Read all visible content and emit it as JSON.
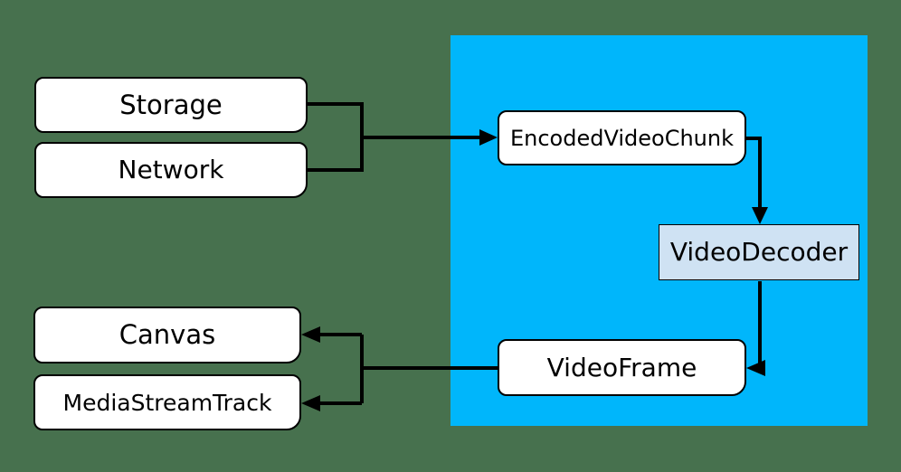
{
  "nodes": {
    "storage": {
      "label": "Storage"
    },
    "network": {
      "label": "Network"
    },
    "encoded_video_chunk": {
      "label": "EncodedVideoChunk"
    },
    "video_decoder": {
      "label": "VideoDecoder"
    },
    "video_frame": {
      "label": "VideoFrame"
    },
    "canvas": {
      "label": "Canvas"
    },
    "media_stream_track": {
      "label": "MediaStreamTrack"
    }
  },
  "edges": [
    {
      "from": "storage",
      "to": "encoded_video_chunk"
    },
    {
      "from": "network",
      "to": "encoded_video_chunk"
    },
    {
      "from": "encoded_video_chunk",
      "to": "video_decoder"
    },
    {
      "from": "video_decoder",
      "to": "video_frame"
    },
    {
      "from": "video_frame",
      "to": "canvas"
    },
    {
      "from": "video_frame",
      "to": "media_stream_track"
    }
  ],
  "colors": {
    "background": "#47714e",
    "panel": "#00b6fb",
    "node_fill": "#ffffff",
    "node_border": "#000000",
    "decoder_fill": "#cfe2f3",
    "connector": "#000000",
    "text": "#000000"
  }
}
